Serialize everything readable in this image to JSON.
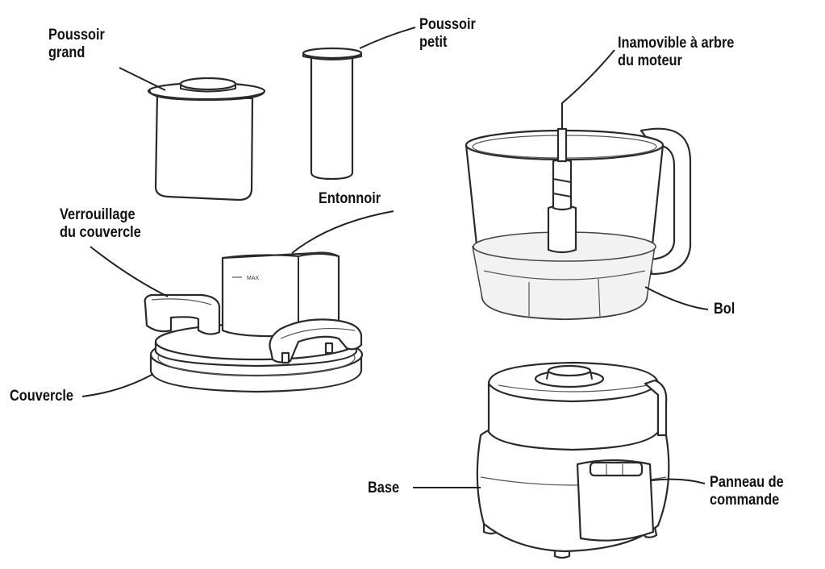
{
  "labels": {
    "poussoir_grand": [
      "Poussoir",
      "grand"
    ],
    "poussoir_petit": [
      "Poussoir",
      "petit"
    ],
    "inamovible": [
      "Inamovible à arbre",
      "du moteur"
    ],
    "entonnoir": [
      "Entonnoir"
    ],
    "verrouillage": [
      "Verrouillage",
      "du couvercle"
    ],
    "couvercle": [
      "Couvercle"
    ],
    "bol": [
      "Bol"
    ],
    "base": [
      "Base"
    ],
    "panneau": [
      "Panneau de",
      "commande"
    ]
  },
  "markings": {
    "max": "MAX"
  }
}
